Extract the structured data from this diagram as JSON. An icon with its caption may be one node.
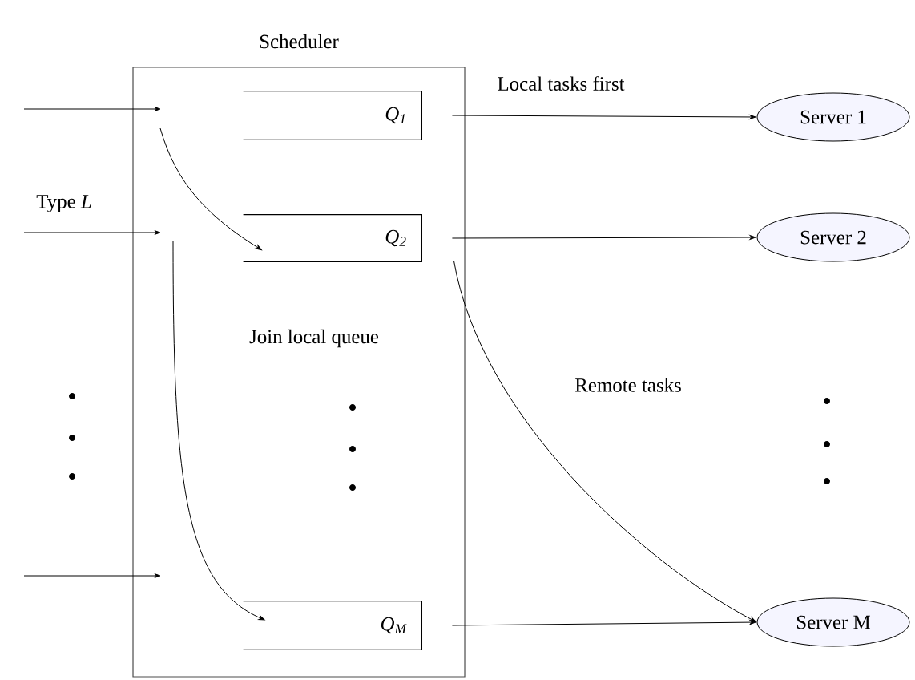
{
  "diagram": {
    "nodes": [
      {
        "text": [
          "Scheduler"
        ]
      },
      {
        "text": [
          "*Q*$_{1}$"
        ],
        "in": 0
      },
      {
        "text": [
          "*Q*$_{2}$"
        ],
        "in": 0
      },
      {
        "text": [
          "*Q*$_{M}$"
        ],
        "in": 0
      },
      {
        "text": [
          "Server 1"
        ]
      },
      {
        "text": [
          "Server 2"
        ]
      },
      {
        "text": [
          "Server M"
        ]
      }
    ],
    "edges": [
      {
        "from": null,
        "to": 0,
        "arrow": "to"
      },
      {
        "from": null,
        "to": 0,
        "arrow": "to",
        "label": "Type *L*"
      },
      {
        "from": null,
        "to": 0,
        "arrow": "to"
      },
      {
        "from": null,
        "to": 2,
        "arrow": "to"
      },
      {
        "from": null,
        "to": 3,
        "arrow": "to",
        "label": "Join local queue"
      },
      {
        "from": 1,
        "to": 4,
        "arrow": "to",
        "label": "Local tasks first"
      },
      {
        "from": 2,
        "to": 5,
        "arrow": "to"
      },
      {
        "from": 3,
        "to": 6,
        "arrow": "to"
      },
      {
        "from": 2,
        "to": 6,
        "arrow": "to",
        "label": "Remote tasks"
      }
    ]
  }
}
